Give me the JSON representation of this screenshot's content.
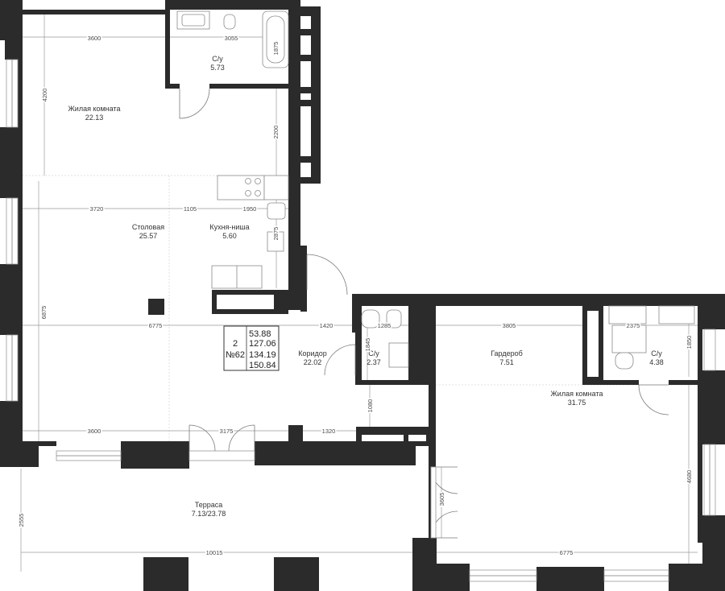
{
  "rooms": {
    "su_top": {
      "name": "С/у",
      "area": "5.73"
    },
    "living_top": {
      "name": "Жилая комната",
      "area": "22.13"
    },
    "dining": {
      "name": "Столовая",
      "area": "25.57"
    },
    "kitchen": {
      "name": "Кухня-ниша",
      "area": "5.60"
    },
    "corridor": {
      "name": "Коридор",
      "area": "22.02"
    },
    "su_mid": {
      "name": "С/у",
      "area": "2.37"
    },
    "wardrobe": {
      "name": "Гардероб",
      "area": "7.51"
    },
    "su_right": {
      "name": "С/у",
      "area": "4.38"
    },
    "living_right": {
      "name": "Жилая комната",
      "area": "31.75"
    },
    "terrace": {
      "name": "Терраса",
      "area": "7.13/23.78"
    }
  },
  "info": {
    "rooms_count": "2",
    "number": "№62",
    "areas": [
      "53.88",
      "127.06",
      "134.19",
      "150.84"
    ]
  },
  "dimensions": {
    "d3600_top": "3600",
    "d3055": "3055",
    "d1875": "1875",
    "d4200": "4200",
    "d2200": "2200",
    "d3720": "3720",
    "d1105": "1105",
    "d1950": "1950",
    "d2875": "2875",
    "d6875": "6875",
    "d6775_mid": "6775",
    "d1420": "1420",
    "d1285": "1285",
    "d1845": "1845",
    "d3805": "3805",
    "d2375": "2375",
    "d1850": "1850",
    "d1080": "1080",
    "d3600_bottom": "3600",
    "d3175": "3175",
    "d1320": "1320",
    "d3605": "3605",
    "d4680": "4680",
    "d2555": "2555",
    "d10015": "10015",
    "d6775_bottom": "6775"
  }
}
